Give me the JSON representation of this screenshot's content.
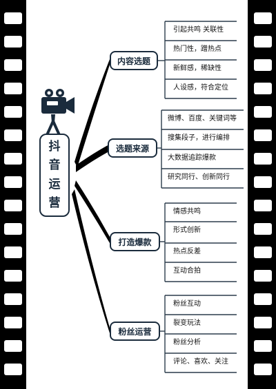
{
  "center": {
    "chars": [
      "抖",
      "音",
      "运",
      "营"
    ]
  },
  "branches": [
    {
      "label": "内容选题",
      "items": [
        "引起共鸣 关联性",
        "热门性，蹭热点",
        "新鲜感，稀缺性",
        "人设感，符合定位"
      ]
    },
    {
      "label": "选题来源",
      "items": [
        "微博、百度、关键词等",
        "搜集段子，进行编排",
        "大数据追踪爆款",
        "研究同行、创新同行"
      ]
    },
    {
      "label": "打造爆款",
      "items": [
        "情感共鸣",
        "形式创新",
        "热点反差",
        "互动合拍"
      ]
    },
    {
      "label": "粉丝运营",
      "items": [
        "粉丝互动",
        "裂变玩法",
        "粉丝分析",
        "评论、喜欢、关注"
      ]
    }
  ],
  "colors": {
    "film": "#000000",
    "box_border": "#1a2b3c",
    "branch_line": "#000000",
    "leaf_line": "#2a3a4a"
  }
}
